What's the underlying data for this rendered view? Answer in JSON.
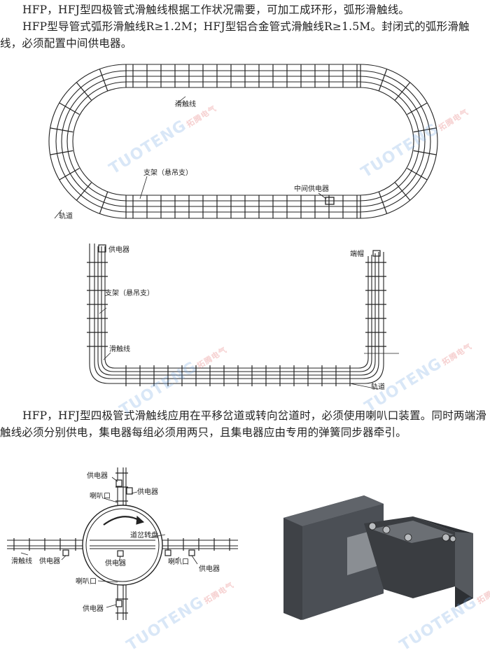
{
  "paragraphs": {
    "p1": "HFP，HFJ型四极管式滑触线根据工作状况需要，可加工成环形，弧形滑触线。",
    "p2": "HFP型导管式弧形滑触线R≥1.2M；HFJ型铝合金管式滑触线R≥1.5M。封闭式的弧形滑触线，必须配置中间供电器。",
    "p3": "HFP，HFJ型四极管式滑触线应用在平移岔道或转向岔道时，必须使用喇叭口装置。同时两端滑触线必须分别供电，集电器每组必须用两只，且集电器应由专用的弹簧同步器牵引。"
  },
  "diagram1": {
    "label_line": "滑触线",
    "label_support": "支架（悬吊支）",
    "label_mid_feeder": "中间供电器",
    "label_track": "轨道"
  },
  "diagram2": {
    "label_feeder": "供电器",
    "label_support": "支架（悬吊支）",
    "label_line": "滑触线",
    "label_end_cap": "端帽",
    "label_track": "轨道"
  },
  "diagram3": {
    "label_feeder_a": "供电器",
    "label_feeder_b": "供电器",
    "label_horn_top": "喇叭口",
    "label_turntable": "道岔转盘",
    "label_line": "滑触线",
    "label_feeder_c": "供电器",
    "label_feeder_center": "供电器",
    "label_horn_right": "喇叭口",
    "label_feeder_d": "供电器",
    "label_horn_bottom": "喇叭口",
    "label_feeder_e": "供电器"
  },
  "watermark": {
    "text": "TUOTENG",
    "sub": "拓腾电气"
  },
  "colors": {
    "line": "#222222",
    "watermark": "#78aae1",
    "product_dark": "#4a4d52"
  }
}
